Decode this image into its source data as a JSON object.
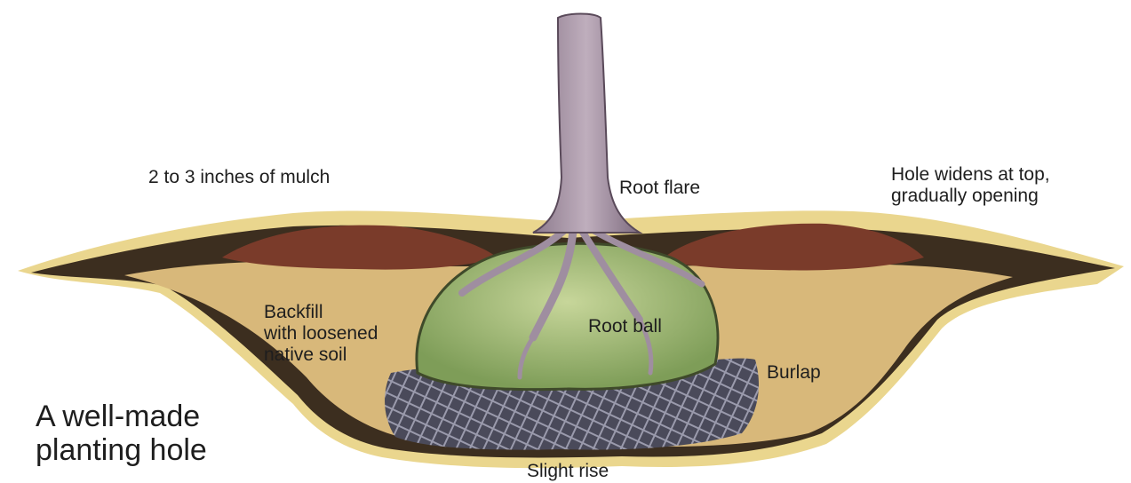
{
  "title": "A well-made\nplanting hole",
  "labels": {
    "mulch": "2 to 3 inches of mulch",
    "root_flare": "Root flare",
    "hole_widens": "Hole widens at top,\ngradually opening",
    "backfill": "Backfill\nwith loosened\nnative soil",
    "root_ball": "Root ball",
    "burlap": "Burlap",
    "slight_rise": "Slight rise"
  },
  "colors": {
    "soil_halo": "#e6cf7a",
    "soil_edge": "#3c2e1f",
    "backfill": "#d8b87a",
    "mulch": "#7a3b2a",
    "root_ball": "#a9c080",
    "burlap": "#4a4a5a",
    "trunk": "#9f8ea0"
  }
}
